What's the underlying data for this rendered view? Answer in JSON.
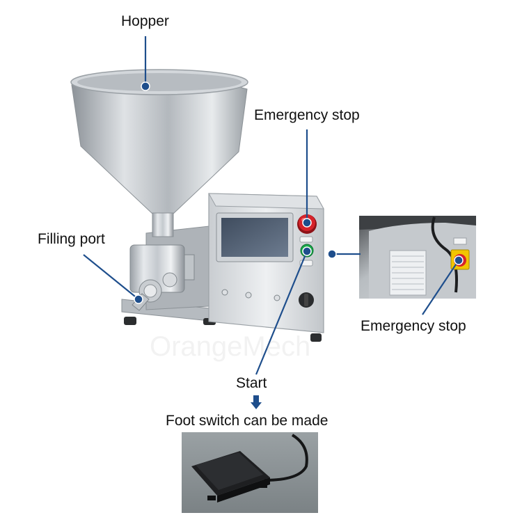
{
  "labels": {
    "hopper": "Hopper",
    "emergency_stop_main": "Emergency stop",
    "filling_port": "Filling port",
    "emergency_stop_inset": "Emergency stop",
    "start": "Start",
    "foot_switch": "Foot switch can be made"
  },
  "watermark": "OrangeMech",
  "colors": {
    "callout": "#1e4e8c",
    "steel_light": "#e9ecee",
    "steel_mid": "#b9bec3",
    "steel_dark": "#7d848a",
    "screen": "#4f5e73",
    "estop_red": "#d6232a",
    "estop_yellow": "#f2c500",
    "start_green": "#19a84a"
  },
  "icons": [
    "emergency-stop-button-icon",
    "start-button-icon",
    "foot-switch-icon",
    "arrow-down-icon"
  ]
}
